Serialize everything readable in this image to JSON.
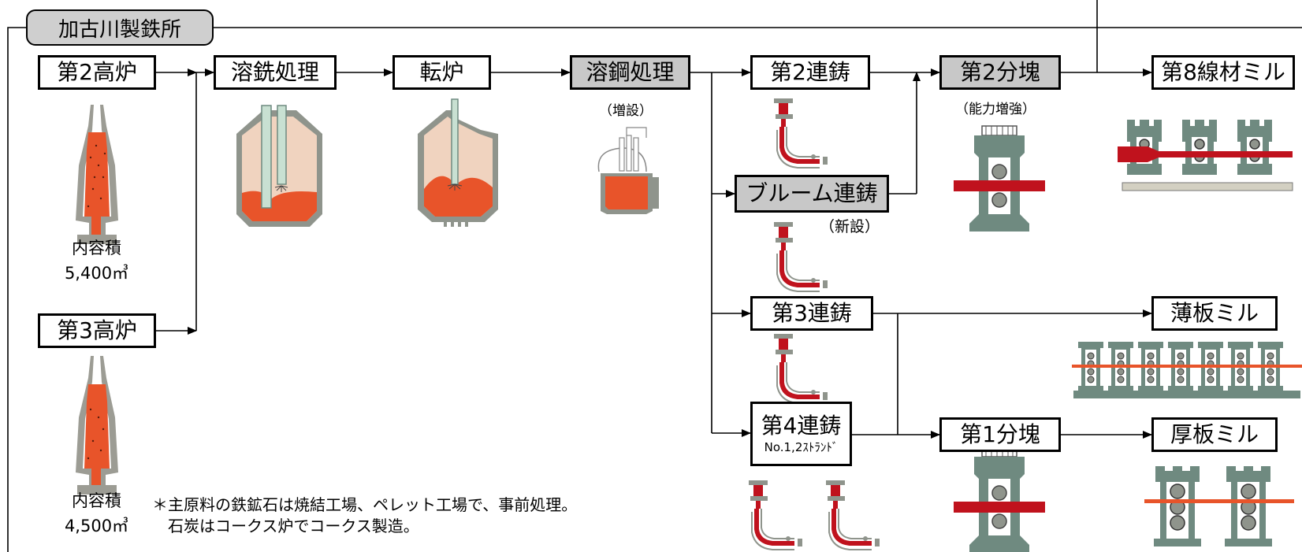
{
  "plant": {
    "name": "加古川製鉄所"
  },
  "blast_furnaces": [
    {
      "name": "第2高炉",
      "volume_label": "内容積",
      "volume_value": "5,400㎥"
    },
    {
      "name": "第3高炉",
      "volume_label": "内容積",
      "volume_value": "4,500㎥"
    }
  ],
  "process": {
    "hot_metal_treatment": "溶銑処理",
    "converter": "転炉",
    "secondary_refining": {
      "name": "溶鋼処理",
      "note": "（増設）"
    }
  },
  "casters": {
    "cc2": "第2連鋳",
    "bloom": {
      "name": "ブルーム連鋳",
      "note": "（新設）"
    },
    "cc3": "第3連鋳",
    "cc4": {
      "name": "第4連鋳",
      "sub": "No.1,2ｽﾄﾗﾝﾄﾞ"
    }
  },
  "blooming": {
    "no2": {
      "name": "第2分塊",
      "note": "（能力増強）"
    },
    "no1": {
      "name": "第1分塊"
    }
  },
  "mills": {
    "wire_rod": "第8線材ミル",
    "sheet": "薄板ミル",
    "plate": "厚板ミル"
  },
  "footnote": {
    "line1": "＊主原料の鉄鉱石は焼結工場、ペレット工場で、事前処理。",
    "line2": "石炭はコークス炉でコークス製造。"
  },
  "colors": {
    "molten_iron": "#e8542a",
    "dark_red": "#c0121d",
    "mill_green": "#6f8a80",
    "furnace_gray": "#9c9c94",
    "box_gray": "#c8c8c8"
  }
}
